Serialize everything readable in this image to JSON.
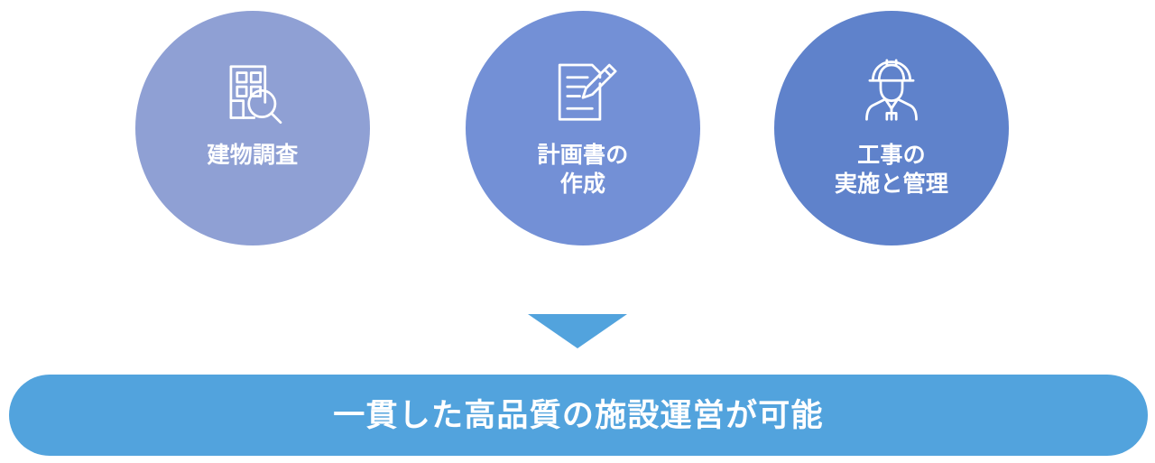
{
  "diagram": {
    "type": "process-flow",
    "steps": [
      {
        "index": 1,
        "label": "建物調査",
        "icon": "building-inspection-icon",
        "color": "#8fa0d4"
      },
      {
        "index": 2,
        "label": "計画書の\n作成",
        "icon": "document-pencil-icon",
        "color": "#7390d6"
      },
      {
        "index": 3,
        "label": "工事の\n実施と管理",
        "icon": "construction-worker-icon",
        "color": "#5f82cb"
      }
    ],
    "arrow": {
      "direction": "down",
      "icon": "arrow-down-icon",
      "color": "#52a3dd"
    },
    "result": {
      "text": "一貫した高品質の施設運営が可能",
      "color": "#52a3dd",
      "text_color": "#ffffff"
    }
  }
}
